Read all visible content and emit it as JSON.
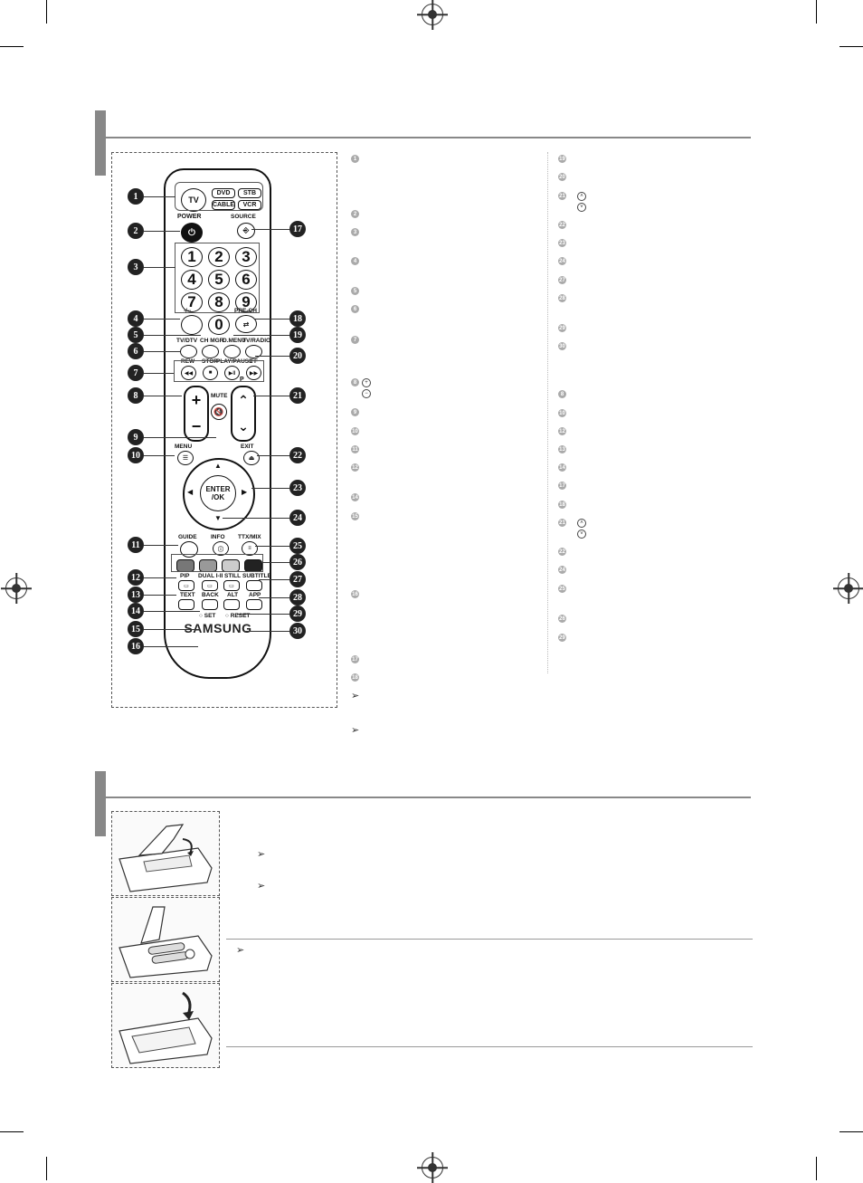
{
  "remote": {
    "tv": "TV",
    "dvd": "DVD",
    "stb": "STB",
    "cable": "CABLE",
    "vcr": "VCR",
    "power": "POWER",
    "source": "SOURCE",
    "digits": [
      "1",
      "2",
      "3",
      "4",
      "5",
      "6",
      "7",
      "8",
      "9",
      "0"
    ],
    "dash": "-/--",
    "prech": "PRE-CH",
    "tvdtv": "TV/DTV",
    "chmgr": "CH MGR",
    "dmenu": "D.MENU",
    "tvradio": "TV/RADIO",
    "rew": "REW",
    "stop": "STOP",
    "playpause": "PLAY/PAUSE",
    "ff": "FF",
    "mute": "MUTE",
    "p": "P",
    "menu": "MENU",
    "exit": "EXIT",
    "enter_top": "ENTER",
    "enter_bot": "/OK",
    "guide": "GUIDE",
    "info": "INFO",
    "ttxmix": "TTX/MIX",
    "pip": "PIP",
    "dualmi": "DUAL I-II",
    "still": "STILL",
    "subtitle": "SUBTITLE",
    "text": "TEXT",
    "back": "BACK",
    "alt": "ALT",
    "app": "APP",
    "set": "SET",
    "reset": "RESET",
    "brand": "SAMSUNG"
  },
  "callouts": [
    "1",
    "2",
    "3",
    "4",
    "5",
    "6",
    "7",
    "8",
    "9",
    "10",
    "11",
    "12",
    "13",
    "14",
    "15",
    "16",
    "17",
    "18",
    "19",
    "20",
    "21",
    "22",
    "23",
    "24",
    "25",
    "26",
    "27",
    "28",
    "29",
    "30"
  ],
  "list_mid": [
    "1",
    "2",
    "3",
    "4",
    "5",
    "6",
    "7",
    "8",
    "9",
    "10",
    "11",
    "12",
    "14",
    "15",
    "16",
    "17",
    "18"
  ],
  "list_right": [
    "19",
    "20",
    "21",
    "22",
    "23",
    "24",
    "27",
    "28",
    "29",
    "30",
    "8",
    "10",
    "12",
    "13",
    "14",
    "17",
    "18",
    "21",
    "22",
    "24",
    "25",
    "26",
    "29"
  ]
}
